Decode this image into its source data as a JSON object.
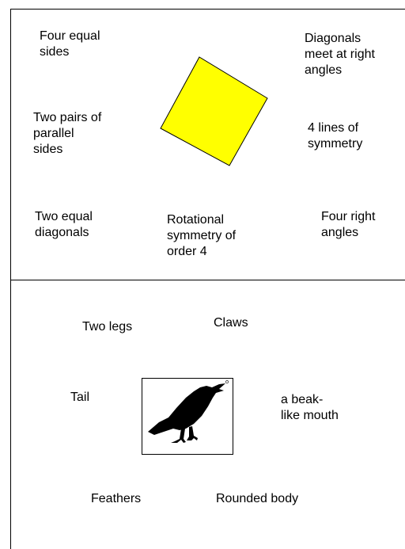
{
  "square_panel": {
    "shape_color": "#ffff00",
    "labels": {
      "four_equal_sides": "Four equal\nsides",
      "diagonals_right_angles": "Diagonals\nmeet at right\nangles",
      "parallel_sides": "Two pairs of\nparallel\nsides",
      "lines_of_symmetry": "4 lines of\nsymmetry",
      "equal_diagonals": "Two equal\ndiagonals",
      "rotational_symmetry": "Rotational\nsymmetry of\norder 4",
      "right_angles": "Four right\nangles"
    }
  },
  "bird_panel": {
    "icon": "bird-icon",
    "labels": {
      "two_legs": "Two legs",
      "claws": "Claws",
      "tail": "Tail",
      "beak": "a beak-\nlike mouth",
      "feathers": "Feathers",
      "rounded_body": "Rounded body"
    }
  }
}
